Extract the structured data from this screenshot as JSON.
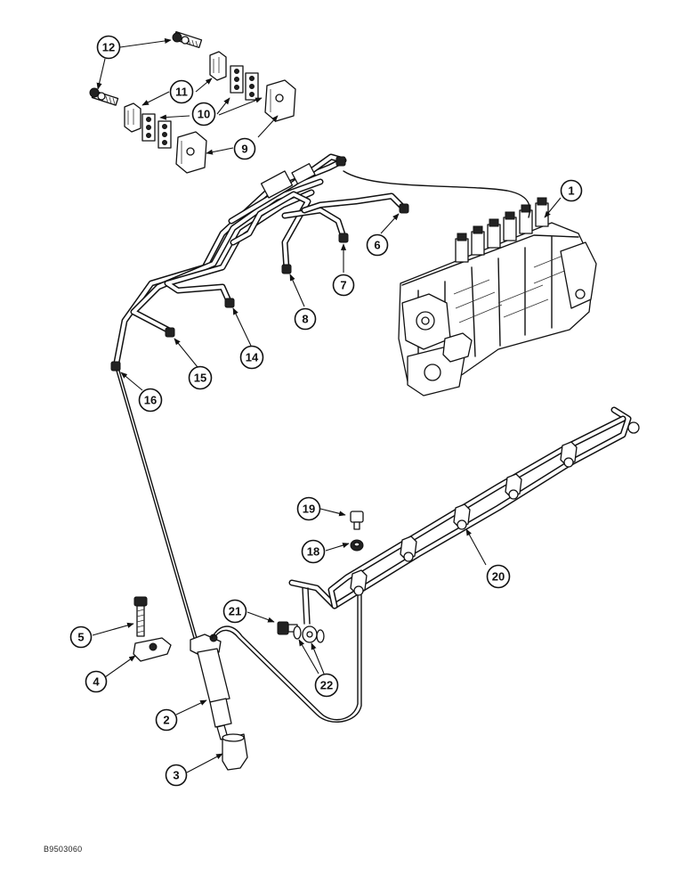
{
  "callouts": [
    {
      "id": "c1",
      "label": "1"
    },
    {
      "id": "c2",
      "label": "2"
    },
    {
      "id": "c3",
      "label": "3"
    },
    {
      "id": "c4",
      "label": "4"
    },
    {
      "id": "c5",
      "label": "5"
    },
    {
      "id": "c6",
      "label": "6"
    },
    {
      "id": "c7",
      "label": "7"
    },
    {
      "id": "c8",
      "label": "8"
    },
    {
      "id": "c9",
      "label": "9"
    },
    {
      "id": "c10",
      "label": "10"
    },
    {
      "id": "c11",
      "label": "11"
    },
    {
      "id": "c12",
      "label": "12"
    },
    {
      "id": "c14",
      "label": "14"
    },
    {
      "id": "c15",
      "label": "15"
    },
    {
      "id": "c16",
      "label": "16"
    },
    {
      "id": "c18",
      "label": "18"
    },
    {
      "id": "c19",
      "label": "19"
    },
    {
      "id": "c20",
      "label": "20"
    },
    {
      "id": "c21",
      "label": "21"
    },
    {
      "id": "c22",
      "label": "22"
    }
  ],
  "figure_reference": "B9503060"
}
